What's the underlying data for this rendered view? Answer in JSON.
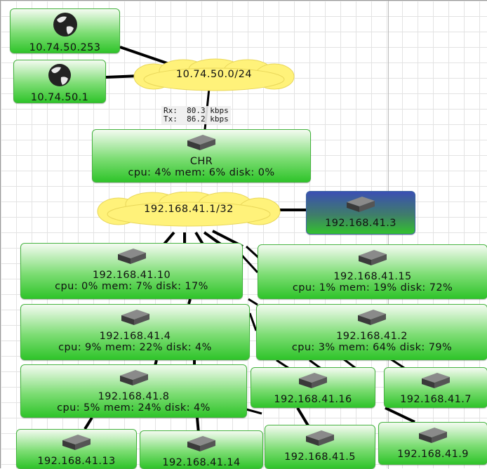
{
  "map": {
    "networks": [
      {
        "id": "net-wan",
        "label": "10.74.50.0/24"
      },
      {
        "id": "net-lan",
        "label": "192.168.41.1/32"
      }
    ],
    "link_traffic": {
      "rx": "Rx:  80.3 kbps",
      "tx": "Tx:  86.2 kbps"
    },
    "devices": [
      {
        "id": "gw-253",
        "label": "10.74.50.253",
        "icon": "globe-icon"
      },
      {
        "id": "gw-1",
        "label": "10.74.50.1",
        "icon": "globe-icon"
      },
      {
        "id": "chr",
        "label": "CHR",
        "stats": "cpu: 4% mem: 6% disk: 0%",
        "icon": "router-icon"
      },
      {
        "id": "d3",
        "label": "192.168.41.3",
        "icon": "router-icon",
        "status": "down"
      },
      {
        "id": "d10",
        "label": "192.168.41.10",
        "stats": "cpu: 0% mem: 7% disk: 17%",
        "icon": "router-icon"
      },
      {
        "id": "d15",
        "label": "192.168.41.15",
        "stats": "cpu: 1% mem: 19% disk: 72%",
        "icon": "router-icon"
      },
      {
        "id": "d4",
        "label": "192.168.41.4",
        "stats": "cpu: 9% mem: 22% disk: 4%",
        "icon": "router-icon"
      },
      {
        "id": "d2",
        "label": "192.168.41.2",
        "stats": "cpu: 3% mem: 64% disk: 79%",
        "icon": "router-icon"
      },
      {
        "id": "d8",
        "label": "192.168.41.8",
        "stats": "cpu: 5% mem: 24% disk: 4%",
        "icon": "router-icon"
      },
      {
        "id": "d16",
        "label": "192.168.41.16",
        "icon": "router-icon"
      },
      {
        "id": "d7",
        "label": "192.168.41.7",
        "icon": "router-icon"
      },
      {
        "id": "d13",
        "label": "192.168.41.13",
        "icon": "router-icon"
      },
      {
        "id": "d14",
        "label": "192.168.41.14",
        "icon": "router-icon"
      },
      {
        "id": "d5",
        "label": "192.168.41.5",
        "icon": "router-icon"
      },
      {
        "id": "d9",
        "label": "192.168.41.9",
        "icon": "router-icon"
      }
    ],
    "colors": {
      "node_up": "#2fc42a",
      "node_down": "#3b4fb3",
      "network_cloud": "#fff27a",
      "link": "#000000"
    }
  }
}
